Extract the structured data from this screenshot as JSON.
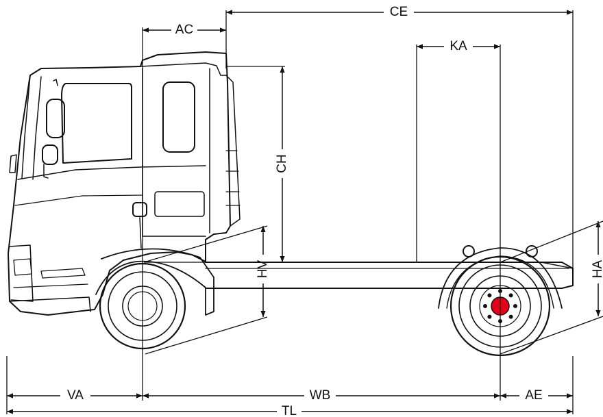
{
  "diagram": {
    "colors": {
      "line": "#111111",
      "hub_accent": "#e3001b",
      "background": "#ffffff"
    },
    "dimensions": {
      "ac": "AC",
      "ce": "CE",
      "ka": "KA",
      "ch": "CH",
      "hv": "HV",
      "ha": "HA",
      "va": "VA",
      "wb": "WB",
      "ae": "AE",
      "tl": "TL"
    }
  }
}
